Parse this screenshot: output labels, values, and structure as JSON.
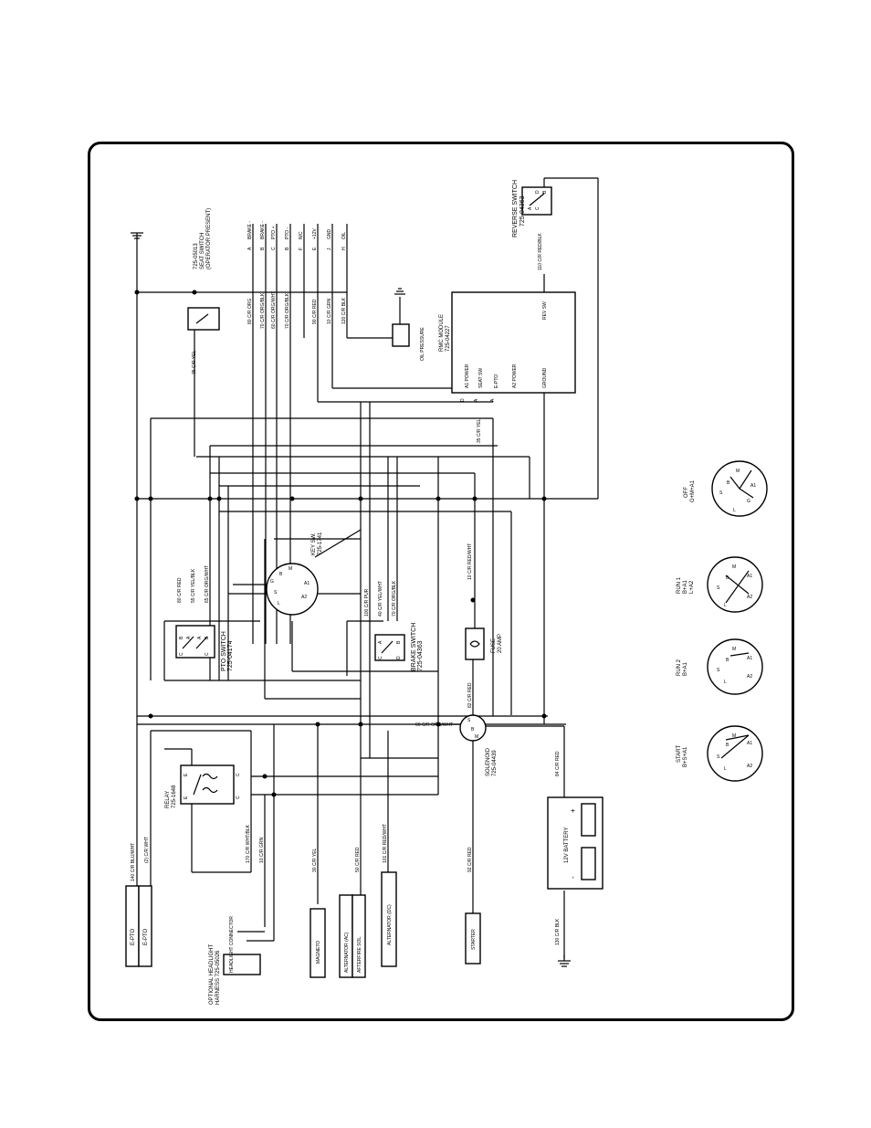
{
  "components": {
    "reverse_switch": {
      "title": "REVERSE SWITCH",
      "part": "725-04363",
      "pins": [
        "A",
        "B",
        "C",
        "D"
      ]
    },
    "seat_switch": {
      "part": "725-05013",
      "title": "SEAT SWITCH",
      "note": "(OPERATOR PRESENT)"
    },
    "rmc_module": {
      "title": "RMC MODULE",
      "part": "725-04227",
      "pins": [
        "A1 POWER",
        "SEAT SW",
        "E-PTO",
        "A2 POWER",
        "GROUND",
        "REV SW"
      ],
      "letters": [
        "D",
        "A",
        "A"
      ]
    },
    "oil_pressure": {
      "label": "OIL PRESSURE"
    },
    "key_switch": {
      "title": "KEY SW.",
      "part": "725-1741",
      "pins": [
        "M",
        "B",
        "G",
        "S",
        "L",
        "A1",
        "A2"
      ]
    },
    "pto_switch": {
      "title": "PTO SWITCH",
      "part": "725-04174",
      "pins": [
        "B",
        "B",
        "A",
        "A",
        "C",
        "C"
      ]
    },
    "brake_switch": {
      "title": "BRAKE SWITCH",
      "part": "725-04363",
      "pins": [
        "A",
        "B",
        "C",
        "D"
      ]
    },
    "fuse": {
      "title": "FUSE",
      "rating": "20 AMP"
    },
    "relay": {
      "title": "RELAY",
      "part": "725-1648",
      "pins": [
        "E",
        "E",
        "C",
        "C"
      ]
    },
    "solenoid": {
      "title": "SOLENOID",
      "part": "725-04439",
      "pins": [
        "S",
        "B",
        "M"
      ]
    },
    "battery": {
      "label": "12V BATTERY",
      "plus": "+",
      "minus": "-"
    },
    "headlight": {
      "line1": "OPTIONAL HEADLIGHT",
      "line2": "HARNESS 725-05026",
      "box": "HEADLIGHT CONNECTOR"
    },
    "eptos": [
      "E-PTO",
      "E-PTO"
    ],
    "magneto": "MAGNETO",
    "alternator_ac": "ALTERNATOR (AC)",
    "afterfire": "AFTERFIRE SOL.",
    "alternator_dc": "ALTERNATOR (DC)",
    "starter": "STARTER"
  },
  "connector_labels": [
    "BRAKE -",
    "BRAKE -",
    "PTO +",
    "PTO -",
    "N/C",
    "+12V",
    "GND",
    "OIL"
  ],
  "connector_letters": [
    "A",
    "B",
    "C",
    "B",
    "F",
    "E",
    "J",
    "H"
  ],
  "wire_labels": {
    "w80": "80 C/R ORG",
    "w70a": "70 C/R ORG/BLK",
    "w60": "60 C/R ORG/WHT",
    "w70b": "70 C/R ORG/BLK",
    "w90": "90 C/R RED",
    "w10a": "10 C/R GRN",
    "w120": "120 C/R BLK",
    "w110": "110 C/R RED/BLK",
    "w35a": "35 C/R YEL",
    "w35b": "35 C/R YEL",
    "w80r": "80 C/R RED",
    "w55": "55 C/R YEL/BLK",
    "w65": "65 C/R ORG/WHT",
    "w100": "100 C/R PUR",
    "w40": "40 C/R YEL/WHT",
    "w70c": "70 C/R ORG/BLK",
    "w10rw": "10 C/R RED/WHT",
    "w60b": "60 C/R ORG/WHT",
    "w82": "82 C/R RED",
    "w84": "84 C/R RED",
    "w92": "92 C/R RED",
    "w130": "130 C/R BLK",
    "w140": "140 C/R BLU/WHT",
    "w2": "(2) C/R WHT",
    "w170": "170 C/R WHT/BLK",
    "w10g": "10 C/R GRN",
    "w30": "30 C/R YEL",
    "w50": "50 C/R RED",
    "w101": "101 C/R RED/WHT",
    "w130b": "130 C/R BLK"
  },
  "switch_positions": [
    {
      "title": "OFF",
      "sub": "G+M+A1"
    },
    {
      "title": "RUN 1",
      "sub": "B+A1",
      "sub2": "L+A2"
    },
    {
      "title": "RUN 2",
      "sub": "B+A1"
    },
    {
      "title": "START",
      "sub": "B+S+A1"
    }
  ],
  "position_pins": [
    "M",
    "A1",
    "S",
    "B",
    "G",
    "L",
    "A2"
  ]
}
